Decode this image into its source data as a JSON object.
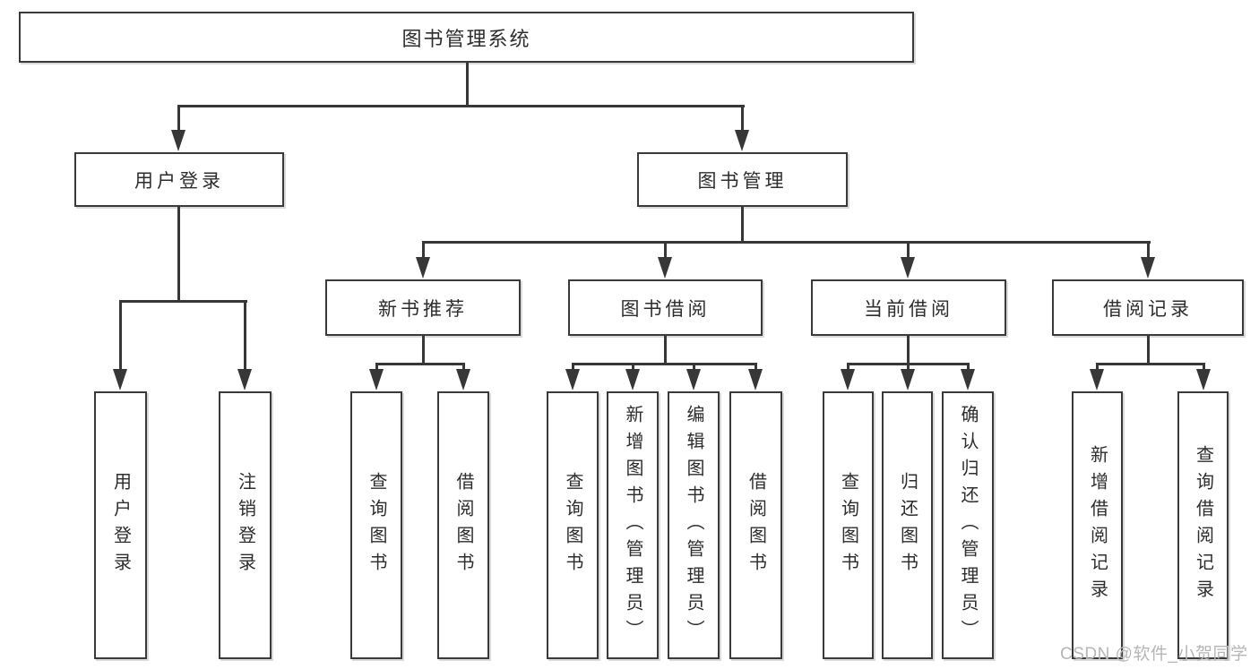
{
  "diagram": {
    "root": {
      "label": "图书管理系统"
    },
    "branches": [
      {
        "label": "用户登录",
        "children": [
          {
            "label": "用户登录"
          },
          {
            "label": "注销登录"
          }
        ]
      },
      {
        "label": "图书管理",
        "children": [
          {
            "label": "新书推荐",
            "children": [
              {
                "label": "查询图书"
              },
              {
                "label": "借阅图书"
              }
            ]
          },
          {
            "label": "图书借阅",
            "children": [
              {
                "label": "查询图书"
              },
              {
                "label": "新增图书（管理员）"
              },
              {
                "label": "编辑图书（管理员）"
              },
              {
                "label": "借阅图书"
              }
            ]
          },
          {
            "label": "当前借阅",
            "children": [
              {
                "label": "查询图书"
              },
              {
                "label": "归还图书"
              },
              {
                "label": "确认归还（管理员）"
              }
            ]
          },
          {
            "label": "借阅记录",
            "children": [
              {
                "label": "新增借阅记录"
              },
              {
                "label": "查询借阅记录"
              }
            ]
          }
        ]
      }
    ]
  },
  "watermark": {
    "text": "CSDN @软件_小贺同学"
  },
  "colors": {
    "background": "#ffffff",
    "line": "#373737",
    "box_border": "#3a3a3a",
    "text": "#2d2d2d",
    "watermark": "#b6b6b6"
  }
}
